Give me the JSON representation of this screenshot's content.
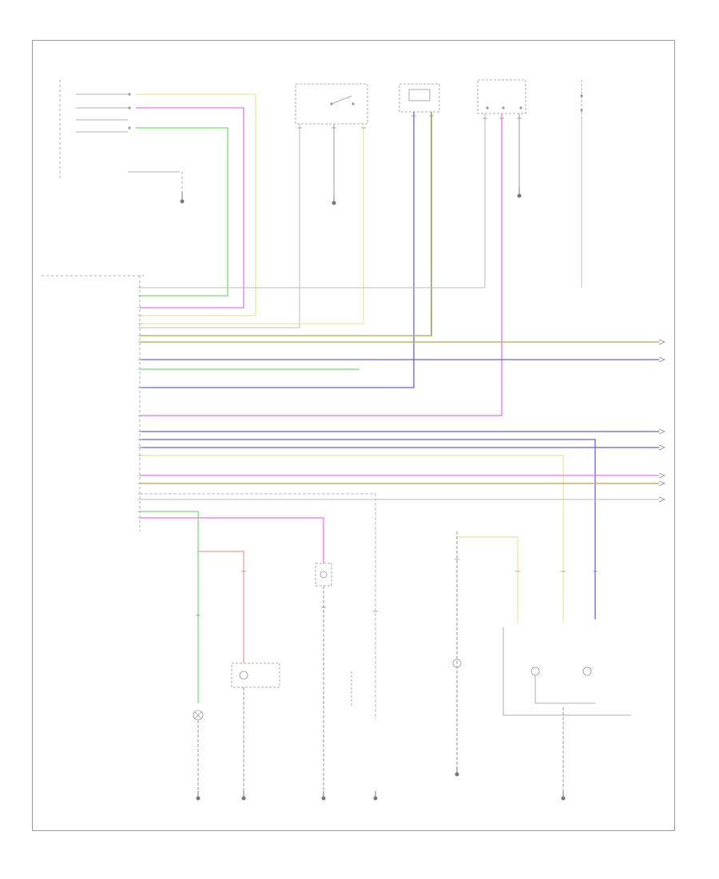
{
  "footer": {
    "code": ""
  },
  "colors": {
    "wire_yellow": "#e8e8a0",
    "wire_pink": "#f070f0",
    "wire_green": "#70e070",
    "wire_blue": "#6060f0",
    "wire_tan": "#c8b060",
    "wire_gray": "#8a8a8a",
    "ground": "#7a7a7a"
  },
  "diagram": {
    "components": [
      {
        "id": "headlamp-switch",
        "label": ""
      },
      {
        "id": "instrument-panel-switch",
        "label": ""
      },
      {
        "id": "exterior-lamp-relay",
        "label": ""
      },
      {
        "id": "turn-signal-switch",
        "label": ""
      },
      {
        "id": "stop-lamp-switch",
        "label": ""
      },
      {
        "id": "body-control-module",
        "label": ""
      },
      {
        "id": "right-front-park-lamp",
        "label": ""
      },
      {
        "id": "right-front-turn-lamp",
        "label": ""
      },
      {
        "id": "center-high-mount-stop-lamp",
        "label": ""
      },
      {
        "id": "right-side-marker-lamp",
        "label": ""
      },
      {
        "id": "license-lamp",
        "label": ""
      },
      {
        "id": "right-tail-lamp-assembly",
        "label": ""
      }
    ],
    "grounds": [
      {
        "id": "g-1",
        "label": ""
      },
      {
        "id": "g-2",
        "label": ""
      },
      {
        "id": "g-3",
        "label": ""
      },
      {
        "id": "g-4",
        "label": ""
      },
      {
        "id": "g-5",
        "label": ""
      },
      {
        "id": "g-6",
        "label": ""
      },
      {
        "id": "g-7",
        "label": ""
      },
      {
        "id": "g-8",
        "label": ""
      },
      {
        "id": "g-9",
        "label": ""
      }
    ]
  }
}
